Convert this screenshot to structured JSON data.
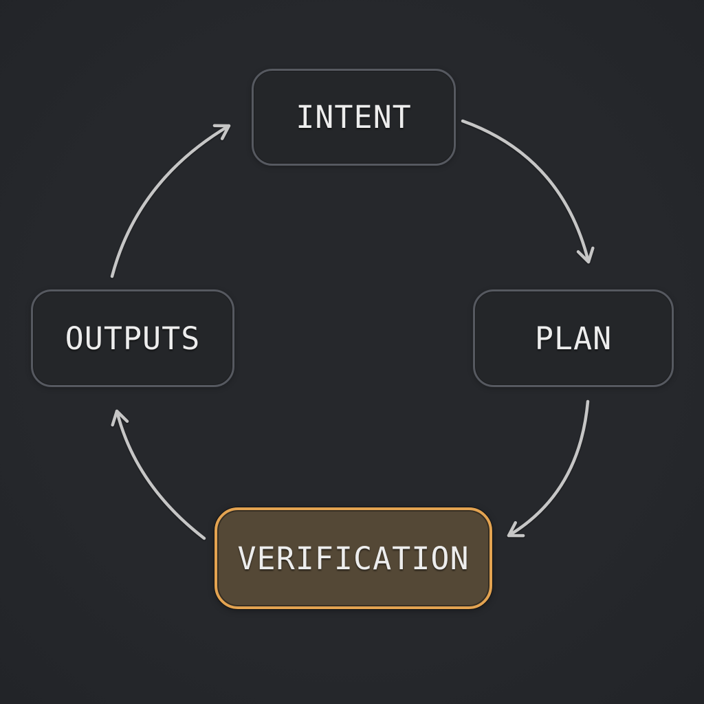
{
  "diagram": {
    "type": "cycle-flowchart",
    "nodes": [
      {
        "id": "intent",
        "label": "INTENT",
        "highlighted": false
      },
      {
        "id": "plan",
        "label": "PLAN",
        "highlighted": false
      },
      {
        "id": "verification",
        "label": "VERIFICATION",
        "highlighted": true
      },
      {
        "id": "outputs",
        "label": "OUTPUTS",
        "highlighted": false
      }
    ],
    "edges": [
      {
        "from": "intent",
        "to": "plan"
      },
      {
        "from": "plan",
        "to": "verification"
      },
      {
        "from": "verification",
        "to": "outputs"
      },
      {
        "from": "outputs",
        "to": "intent"
      }
    ],
    "colors": {
      "bg": "#26282c",
      "bg-edge": "#212327",
      "node-fill": "#242629",
      "node-border": "#565960",
      "hl-fill": "#544836",
      "hl-border": "#e3a351",
      "arrow": "#c6c6c6",
      "text": "#ededed"
    }
  }
}
